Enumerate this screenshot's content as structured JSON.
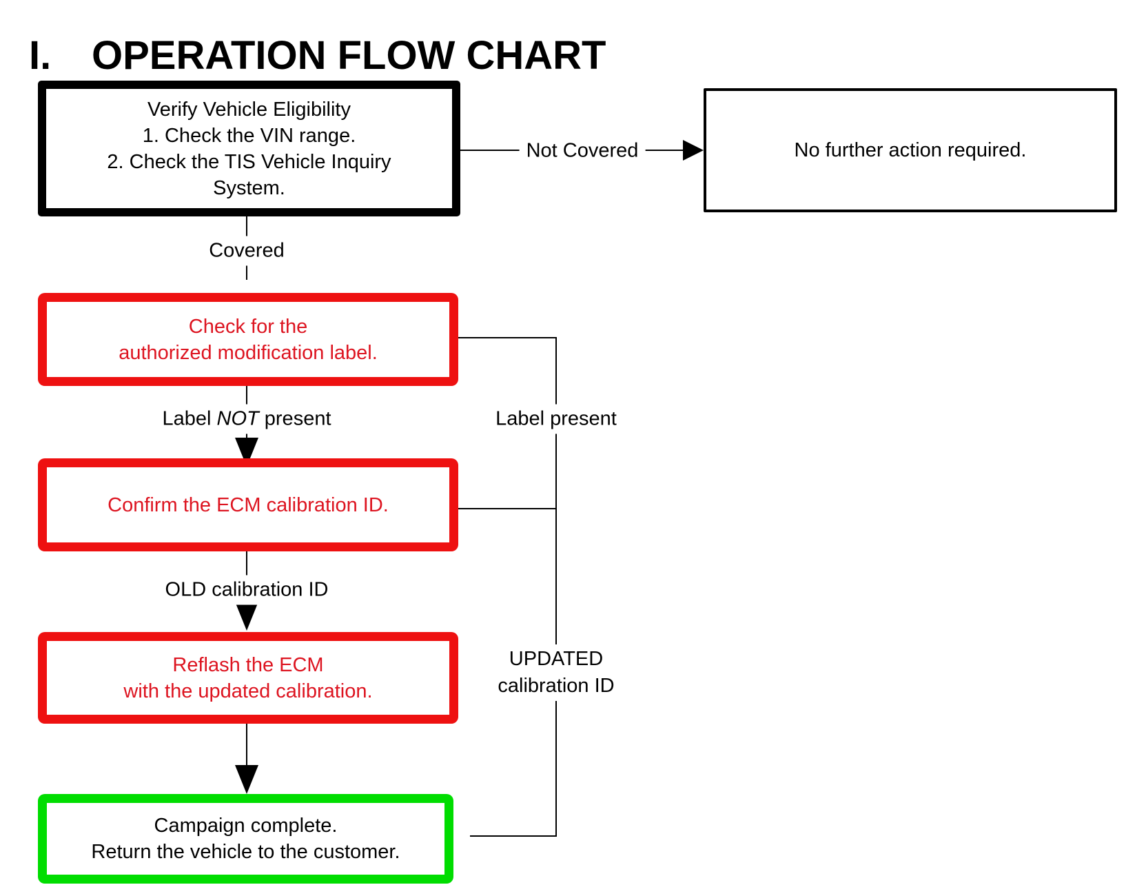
{
  "title": {
    "numeral": "I.",
    "text": "OPERATION FLOW CHART"
  },
  "boxes": {
    "verify": {
      "lines": [
        "Verify Vehicle Eligibility",
        "1. Check the VIN range.",
        "2. Check the TIS Vehicle Inquiry",
        "System."
      ]
    },
    "no_action": {
      "text": "No further action required."
    },
    "check_label": {
      "lines": [
        "Check for the",
        "authorized modification label."
      ]
    },
    "confirm_ecm": {
      "text": "Confirm the ECM calibration ID."
    },
    "reflash": {
      "lines": [
        "Reflash the ECM",
        "with the updated calibration."
      ]
    },
    "complete": {
      "lines": [
        "Campaign complete.",
        "Return the vehicle to the customer."
      ]
    }
  },
  "labels": {
    "not_covered": "Not Covered",
    "covered": "Covered",
    "label_not_present": {
      "pre": "Label ",
      "italic": "NOT",
      "post": " present"
    },
    "label_present": "Label present",
    "old_calibration": "OLD calibration ID",
    "updated_calibration": {
      "line1": "UPDATED",
      "line2": "calibration ID"
    }
  },
  "colors": {
    "red_border": "#ee1111",
    "red_text": "#dd1420",
    "green_border": "#00dd00",
    "line_black": "#000000"
  }
}
